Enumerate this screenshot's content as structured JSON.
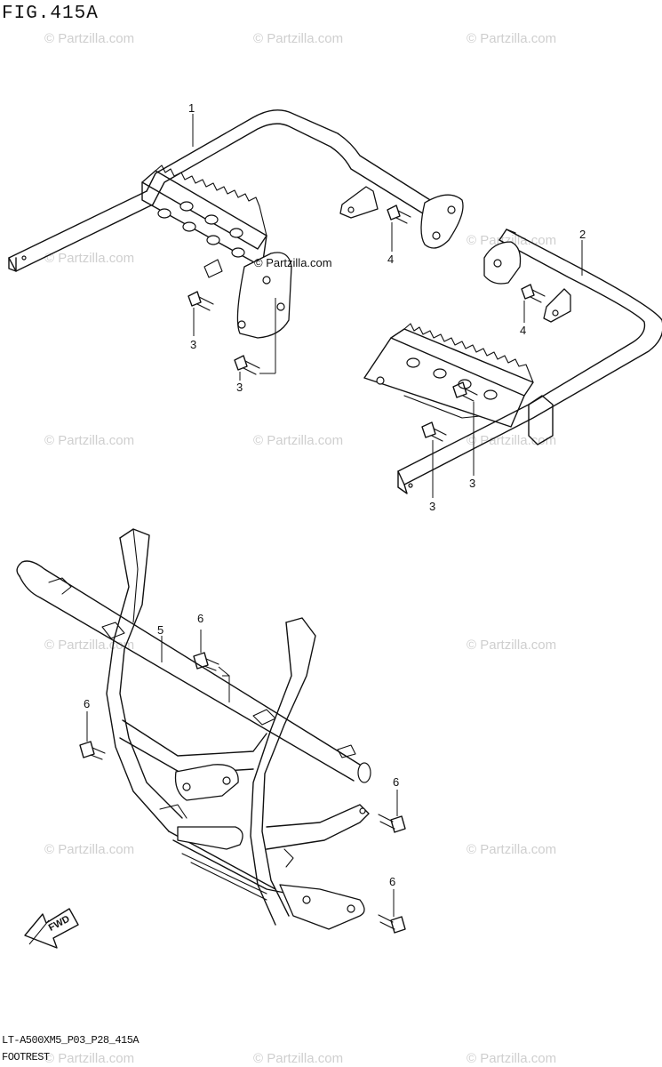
{
  "figure": {
    "title": "FIG.415A",
    "model_code": "LT-A500XM5_P03_P28_415A",
    "caption": "FOOTREST"
  },
  "callouts": [
    "1",
    "2",
    "3",
    "3",
    "3",
    "3",
    "4",
    "4",
    "5",
    "6",
    "6",
    "6",
    "6"
  ],
  "watermark": {
    "text": "© Partzilla.com",
    "inline_label": "© Partzilla.com"
  },
  "direction_arrow": {
    "label": "FWD"
  },
  "colors": {
    "line": "#111111",
    "watermark": "#cfcfcf",
    "background": "#ffffff"
  }
}
